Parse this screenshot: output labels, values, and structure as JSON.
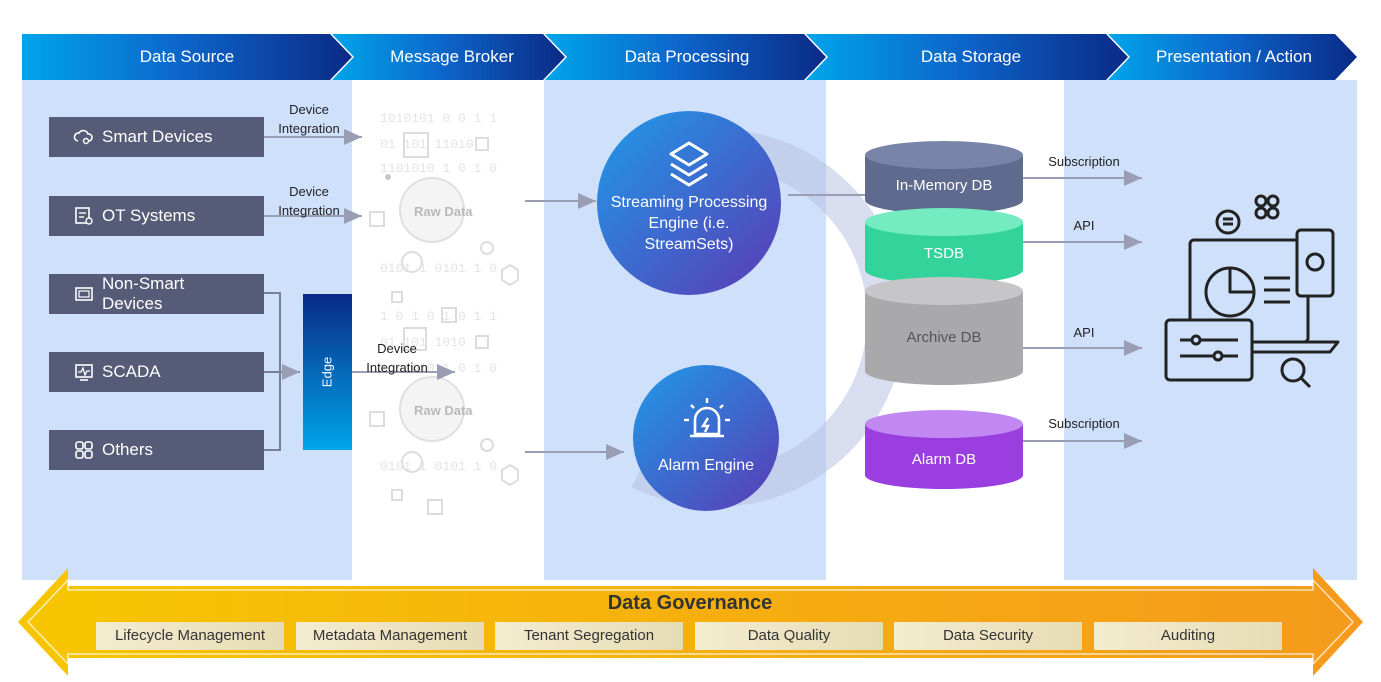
{
  "stages": [
    "Data Source",
    "Message Broker",
    "Data Processing",
    "Data Storage",
    "Presentation / Action"
  ],
  "sources": [
    {
      "label": "Smart Devices",
      "icon": "cloud-gear-icon"
    },
    {
      "label": "OT Systems",
      "icon": "document-gear-icon"
    },
    {
      "label": "Non-Smart Devices",
      "icon": "monitor-icon"
    },
    {
      "label": "SCADA",
      "icon": "pulse-monitor-icon"
    },
    {
      "label": "Others",
      "icon": "grid-apps-icon"
    }
  ],
  "edge_label": "Edge",
  "integration_labels": [
    "Device Integration",
    "Device Integration",
    "Device Integration"
  ],
  "raw_data_labels": [
    "Raw Data",
    "Raw Data"
  ],
  "engines": {
    "streaming": "Streaming Processing Engine (i.e. StreamSets)",
    "alarm": "Alarm Engine"
  },
  "storage": [
    {
      "label": "In-Memory DB",
      "color": "#5e6a8e"
    },
    {
      "label": "TSDB",
      "color": "#33d39b"
    },
    {
      "label": "Archive DB",
      "color": "#a9a9ab"
    },
    {
      "label": "Alarm DB",
      "color": "#9b3ee0"
    }
  ],
  "arrow_labels": [
    "Subscription",
    "API",
    "API",
    "Subscription"
  ],
  "governance": {
    "title": "Data Governance",
    "items": [
      "Lifecycle Management",
      "Metadata Management",
      "Tenant Segregation",
      "Data Quality",
      "Data Security",
      "Auditing"
    ]
  },
  "colors": {
    "header_start": "#00a0e6",
    "header_end": "#0a2a86",
    "panel_blue": "#cfe0fb",
    "source_box": "#565c77",
    "engine_blue": "#1e88e5",
    "engine_purple": "#5b3ab5",
    "governance_yellow": "#f7c600",
    "governance_orange": "#f59c1c"
  }
}
